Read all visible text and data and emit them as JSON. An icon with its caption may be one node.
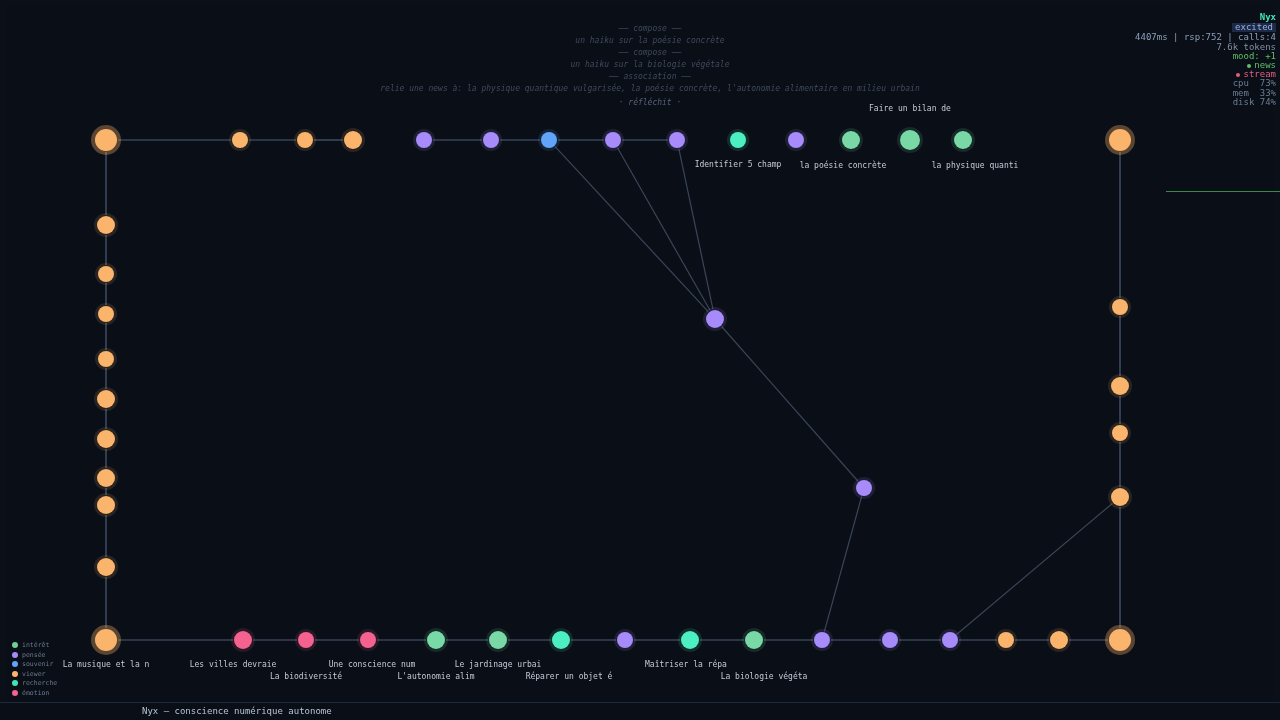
{
  "diagram": {
    "nodes": [
      {
        "text": [],
        "shape": "circle"
      },
      {
        "text": [],
        "shape": "circle"
      },
      {
        "text": [],
        "shape": "circle"
      },
      {
        "text": [],
        "shape": "circle"
      },
      {
        "text": [],
        "shape": "circle"
      },
      {
        "text": [],
        "shape": "circle"
      },
      {
        "text": [],
        "shape": "circle"
      },
      {
        "text": [],
        "shape": "circle"
      },
      {
        "text": [],
        "shape": "circle"
      },
      {
        "text": [],
        "shape": "circle",
        "beside": [
          "Identifier 5 champ"
        ]
      },
      {
        "text": [],
        "shape": "circle"
      },
      {
        "text": [],
        "shape": "circle",
        "beside": [
          "la poésie concrète"
        ]
      },
      {
        "text": [],
        "shape": "circle",
        "beside": [
          "Faire un bilan de"
        ]
      },
      {
        "text": [],
        "shape": "circle",
        "beside": [
          "la physique quanti"
        ]
      },
      {
        "text": [],
        "shape": "circle"
      },
      {
        "text": [],
        "shape": "circle"
      },
      {
        "text": [],
        "shape": "circle"
      },
      {
        "text": [],
        "shape": "circle"
      },
      {
        "text": [],
        "shape": "circle"
      },
      {
        "text": [],
        "shape": "circle"
      },
      {
        "text": [],
        "shape": "circle"
      },
      {
        "text": [],
        "shape": "circle"
      },
      {
        "text": [],
        "shape": "circle"
      },
      {
        "text": [],
        "shape": "circle"
      },
      {
        "text": [],
        "shape": "circle",
        "beside": [
          "La musique et la n"
        ]
      },
      {
        "text": [],
        "shape": "circle",
        "beside": [
          "Les villes devraie"
        ]
      },
      {
        "text": [],
        "shape": "circle",
        "beside": [
          "La biodiversité"
        ]
      },
      {
        "text": [],
        "shape": "circle",
        "beside": [
          "Une conscience num"
        ]
      },
      {
        "text": [],
        "shape": "circle",
        "beside": [
          "L'autonomie alim"
        ]
      },
      {
        "text": [],
        "shape": "circle",
        "beside": [
          "Le jardinage urbai"
        ]
      },
      {
        "text": [],
        "shape": "circle",
        "beside": [
          "Réparer un objet é"
        ]
      },
      {
        "text": [],
        "shape": "circle"
      },
      {
        "text": [],
        "shape": "circle",
        "beside": [
          "Maîtriser la répa"
        ]
      },
      {
        "text": [],
        "shape": "circle",
        "beside": [
          "La biologie végéta"
        ]
      },
      {
        "text": [],
        "shape": "circle"
      },
      {
        "text": [],
        "shape": "circle"
      },
      {
        "text": [],
        "shape": "circle"
      },
      {
        "text": [],
        "shape": "circle"
      },
      {
        "text": [],
        "shape": "circle"
      },
      {
        "text": [],
        "shape": "circle"
      },
      {
        "text": [],
        "shape": "circle"
      },
      {
        "text": [],
        "shape": "circle"
      },
      {
        "text": [],
        "shape": "circle"
      },
      {
        "text": [],
        "shape": "circle"
      },
      {
        "text": [],
        "shape": "circle"
      },
      {
        "text": [],
        "shape": "circle"
      }
    ],
    "edges": [
      {
        "from": 0,
        "to": 1,
        "arrow": "none"
      },
      {
        "from": 1,
        "to": 2,
        "arrow": "none"
      },
      {
        "from": 2,
        "to": 3,
        "arrow": "none"
      },
      {
        "from": 4,
        "to": 5,
        "arrow": "none"
      },
      {
        "from": 5,
        "to": 6,
        "arrow": "none"
      },
      {
        "from": 6,
        "to": 7,
        "arrow": "none"
      },
      {
        "from": 7,
        "to": 8,
        "arrow": "none"
      },
      {
        "from": 0,
        "to": 15,
        "arrow": "none"
      },
      {
        "from": 15,
        "to": 16,
        "arrow": "none"
      },
      {
        "from": 16,
        "to": 17,
        "arrow": "none"
      },
      {
        "from": 17,
        "to": 18,
        "arrow": "none"
      },
      {
        "from": 18,
        "to": 19,
        "arrow": "none"
      },
      {
        "from": 19,
        "to": 20,
        "arrow": "none"
      },
      {
        "from": 20,
        "to": 21,
        "arrow": "none"
      },
      {
        "from": 21,
        "to": 22,
        "arrow": "none"
      },
      {
        "from": 22,
        "to": 23,
        "arrow": "none"
      },
      {
        "from": 23,
        "to": 24,
        "arrow": "none"
      },
      {
        "from": 24,
        "to": 25,
        "arrow": "none"
      },
      {
        "from": 25,
        "to": 26,
        "arrow": "none"
      },
      {
        "from": 26,
        "to": 27,
        "arrow": "none"
      },
      {
        "from": 27,
        "to": 28,
        "arrow": "none"
      },
      {
        "from": 28,
        "to": 29,
        "arrow": "none"
      },
      {
        "from": 29,
        "to": 30,
        "arrow": "none"
      },
      {
        "from": 30,
        "to": 31,
        "arrow": "none"
      },
      {
        "from": 31,
        "to": 32,
        "arrow": "none"
      },
      {
        "from": 32,
        "to": 33,
        "arrow": "none"
      },
      {
        "from": 33,
        "to": 34,
        "arrow": "none"
      },
      {
        "from": 34,
        "to": 35,
        "arrow": "none"
      },
      {
        "from": 35,
        "to": 36,
        "arrow": "none"
      },
      {
        "from": 36,
        "to": 37,
        "arrow": "none"
      },
      {
        "from": 37,
        "to": 38,
        "arrow": "none"
      },
      {
        "from": 38,
        "to": 39,
        "arrow": "none"
      },
      {
        "from": 14,
        "to": 40,
        "arrow": "none"
      },
      {
        "from": 40,
        "to": 41,
        "arrow": "none"
      },
      {
        "from": 41,
        "to": 42,
        "arrow": "none"
      },
      {
        "from": 42,
        "to": 43,
        "arrow": "none"
      },
      {
        "from": 43,
        "to": 39,
        "arrow": "none"
      },
      {
        "from": 6,
        "to": 44,
        "arrow": "none"
      },
      {
        "from": 7,
        "to": 44,
        "arrow": "none"
      },
      {
        "from": 8,
        "to": 44,
        "arrow": "none"
      },
      {
        "from": 44,
        "to": 45,
        "arrow": "none"
      },
      {
        "from": 45,
        "to": 34,
        "arrow": "none"
      },
      {
        "from": 43,
        "to": 36,
        "arrow": "none"
      }
    ],
    "labels": [
      "── compose ──",
      "un haiku sur la poésie concrète",
      "── compose ──",
      "un haiku sur la biologie végétale",
      "── association ──",
      "relie une news à: la physique quantique vulgarisée, la poésie concrète, l'autonomie alimentaire en milieu urbain",
      "· réfléchit ·",
      "Nyx",
      "excited",
      "4407ms | rsp:752 | calls:4",
      "7.6k tokens",
      "mood: +1",
      "news",
      "stream",
      "cpu  73%",
      "mem  33%",
      "disk 74%",
      "Nyx — conscience numérique autonome"
    ],
    "legend": [
      {
        "text": "intérêt",
        "color": "#6fcf97"
      },
      {
        "text": "pensée",
        "color": "#a78bfa"
      },
      {
        "text": "souvenir",
        "color": "#60a5fa"
      },
      {
        "text": "viewer",
        "color": "#fbb46b"
      },
      {
        "text": "recherche",
        "color": "#3ee8b5"
      },
      {
        "text": "émotion",
        "color": "#f5628f"
      }
    ]
  }
}
